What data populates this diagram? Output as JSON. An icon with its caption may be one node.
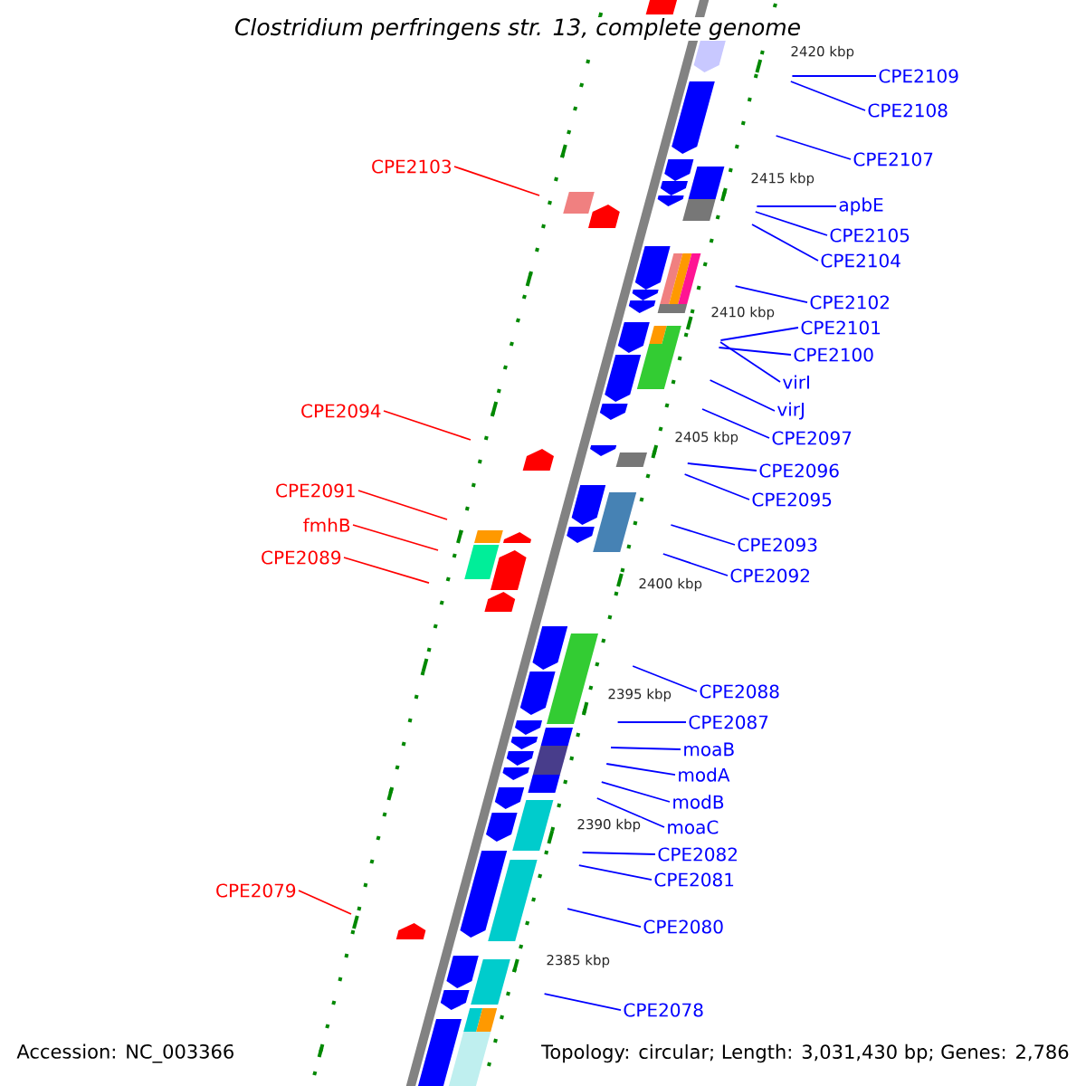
{
  "diagram": {
    "title": "*Clostridium perfringens* str. 13, complete genome",
    "nodes": [
      {
        "text": [
          "CPE2109"
        ]
      },
      {
        "text": [
          "CPE2108"
        ]
      },
      {
        "text": [
          "CPE2107"
        ]
      },
      {
        "text": [
          "CPE2103"
        ]
      },
      {
        "text": [
          "apbE"
        ]
      },
      {
        "text": [
          "CPE2105"
        ]
      },
      {
        "text": [
          "CPE2104"
        ]
      },
      {
        "text": [
          "CPE2102"
        ]
      },
      {
        "text": [
          "CPE2101"
        ]
      },
      {
        "text": [
          "CPE2100"
        ]
      },
      {
        "text": [
          "virI"
        ]
      },
      {
        "text": [
          "CPE2094"
        ]
      },
      {
        "text": [
          "virJ"
        ]
      },
      {
        "text": [
          "CPE2097"
        ]
      },
      {
        "text": [
          "CPE2096"
        ]
      },
      {
        "text": [
          "CPE2091"
        ]
      },
      {
        "text": [
          "CPE2095"
        ]
      },
      {
        "text": [
          "fmhB"
        ]
      },
      {
        "text": [
          "CPE2093"
        ]
      },
      {
        "text": [
          "CPE2089"
        ]
      },
      {
        "text": [
          "CPE2092"
        ]
      },
      {
        "text": [
          "CPE2088"
        ]
      },
      {
        "text": [
          "CPE2087"
        ]
      },
      {
        "text": [
          "moaB"
        ]
      },
      {
        "text": [
          "modA"
        ]
      },
      {
        "text": [
          "modB"
        ]
      },
      {
        "text": [
          "moaC"
        ]
      },
      {
        "text": [
          "CPE2082"
        ]
      },
      {
        "text": [
          "CPE2081"
        ]
      },
      {
        "text": [
          "CPE2079"
        ]
      },
      {
        "text": [
          "CPE2080"
        ]
      },
      {
        "text": [
          "CPE2078"
        ]
      }
    ],
    "edges": [
      {
        "from": 0,
        "to": null,
        "arrow": "none"
      },
      {
        "from": 1,
        "to": null,
        "arrow": "none"
      },
      {
        "from": 2,
        "to": null,
        "arrow": "none"
      },
      {
        "from": 3,
        "to": null,
        "arrow": "none",
        "color": "#ff0000"
      },
      {
        "from": 4,
        "to": null,
        "arrow": "none"
      },
      {
        "from": 5,
        "to": null,
        "arrow": "none"
      },
      {
        "from": 6,
        "to": null,
        "arrow": "none"
      },
      {
        "from": 7,
        "to": null,
        "arrow": "none"
      },
      {
        "from": 8,
        "to": null,
        "arrow": "none"
      },
      {
        "from": 9,
        "to": null,
        "arrow": "none"
      },
      {
        "from": 10,
        "to": null,
        "arrow": "none"
      },
      {
        "from": 11,
        "to": null,
        "arrow": "none",
        "color": "#ff0000"
      },
      {
        "from": 12,
        "to": null,
        "arrow": "none"
      },
      {
        "from": 13,
        "to": null,
        "arrow": "none"
      },
      {
        "from": 14,
        "to": null,
        "arrow": "none"
      },
      {
        "from": 15,
        "to": null,
        "arrow": "none",
        "color": "#ff0000"
      },
      {
        "from": 16,
        "to": null,
        "arrow": "none"
      },
      {
        "from": 17,
        "to": null,
        "arrow": "none",
        "color": "#ff0000"
      },
      {
        "from": 18,
        "to": null,
        "arrow": "none"
      },
      {
        "from": 19,
        "to": null,
        "arrow": "none",
        "color": "#ff0000"
      },
      {
        "from": 20,
        "to": null,
        "arrow": "none"
      },
      {
        "from": 21,
        "to": null,
        "arrow": "none"
      },
      {
        "from": 22,
        "to": null,
        "arrow": "none"
      },
      {
        "from": 23,
        "to": null,
        "arrow": "none"
      },
      {
        "from": 24,
        "to": null,
        "arrow": "none"
      },
      {
        "from": 25,
        "to": null,
        "arrow": "none"
      },
      {
        "from": 26,
        "to": null,
        "arrow": "none"
      },
      {
        "from": 27,
        "to": null,
        "arrow": "none"
      },
      {
        "from": 28,
        "to": null,
        "arrow": "none"
      },
      {
        "from": 29,
        "to": null,
        "arrow": "none",
        "color": "#ff0000"
      },
      {
        "from": 30,
        "to": null,
        "arrow": "none"
      },
      {
        "from": 31,
        "to": null,
        "arrow": "none"
      }
    ],
    "labels": [
      "2420 kbp",
      "2415 kbp",
      "2410 kbp",
      "2405 kbp",
      "2400 kbp",
      "2395 kbp",
      "2390 kbp",
      "2385 kbp",
      "Accession: NC_003366",
      "Topology: circular; Length: 3,031,430 bp; Genes: 2,786"
    ]
  }
}
